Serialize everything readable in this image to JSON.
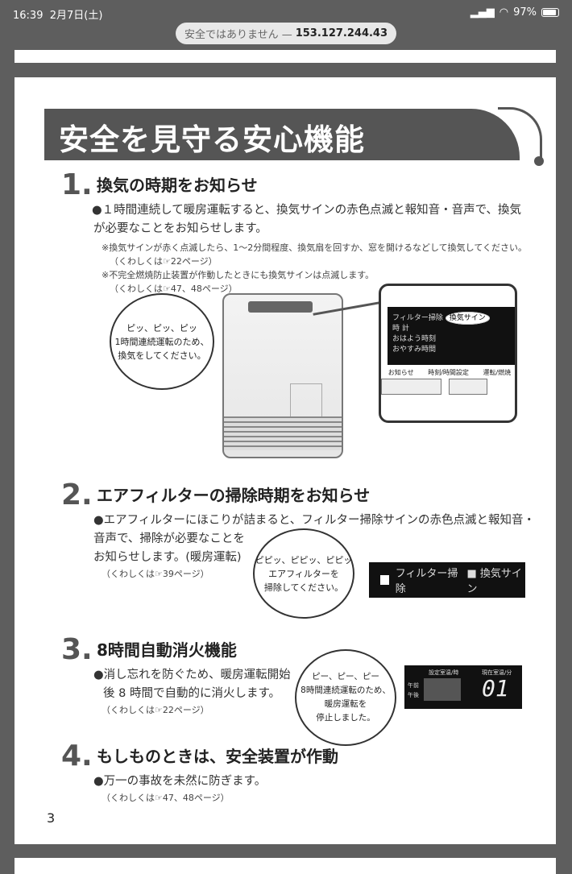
{
  "status_bar": {
    "time": "16:39",
    "date": "2月7日(土)",
    "battery": "97%"
  },
  "address_bar": {
    "warning": "安全ではありません —",
    "host": "153.127.244.43"
  },
  "doc": {
    "title": "安全を見守る安心機能",
    "sections": [
      {
        "num": "1.",
        "heading": "換気の時期をお知らせ",
        "body": "●１時間連続して暖房運転すると、換気サインの赤色点滅と報知音・音声で、換気が必要なことをお知らせします。",
        "notes": [
          "※換気サインが赤く点滅したら、1～2分間程度、換気扇を回すか、窓を開けるなどして換気してください。",
          "（くわしくは☞22ページ）",
          "※不完全燃焼防止装置が作動したときにも換気サインは点滅します。",
          "（くわしくは☞47、48ページ）"
        ],
        "bubble": [
          "ピッ、ピッ、ピッ",
          "1時間連続運転のため、",
          "換気をしてください。"
        ],
        "panel": {
          "filter": "フィルター掃除",
          "vent": "換気サイン",
          "leds": [
            "時 計",
            "おはよう時刻",
            "おやすみ時間"
          ],
          "buttons": [
            "お知らせ",
            "時刻/時間設定",
            "運転/燃焼"
          ]
        }
      },
      {
        "num": "2.",
        "heading": "エアフィルターの掃除時期をお知らせ",
        "body": [
          "●エアフィルターにほこりが詰まると、フィルター掃除サインの赤色点滅と報知音・",
          "音声で、掃除が必要なことを",
          "お知らせします。(暖房運転)"
        ],
        "note": "（くわしくは☞39ページ）",
        "bubble": [
          "ピピッ、ピピッ、ピピッ",
          "エアフィルターを",
          "掃除してください。"
        ],
        "panel": {
          "filter": "フィルター掃除",
          "vent": "■ 換気サイン"
        }
      },
      {
        "num": "3.",
        "heading": "8時間自動消火機能",
        "body": [
          "●消し忘れを防ぐため、暖房運転開始",
          "後 8 時間で自動的に消火します。"
        ],
        "note": "（くわしくは☞22ページ）",
        "bubble": [
          "ピー、ピー、ピー",
          "8時間連続運転のため、",
          "暖房運転を",
          "停止しました。"
        ],
        "display": {
          "set_label": "設定室温/時",
          "cur_label": "現在室温/分",
          "am": "午前",
          "pm": "午後",
          "digits": "01"
        }
      },
      {
        "num": "4.",
        "heading": "もしものときは、安全装置が作動",
        "body": "●万一の事故を未然に防ぎます。",
        "note": "（くわしくは☞47、48ページ）"
      }
    ],
    "page_number": "3"
  }
}
